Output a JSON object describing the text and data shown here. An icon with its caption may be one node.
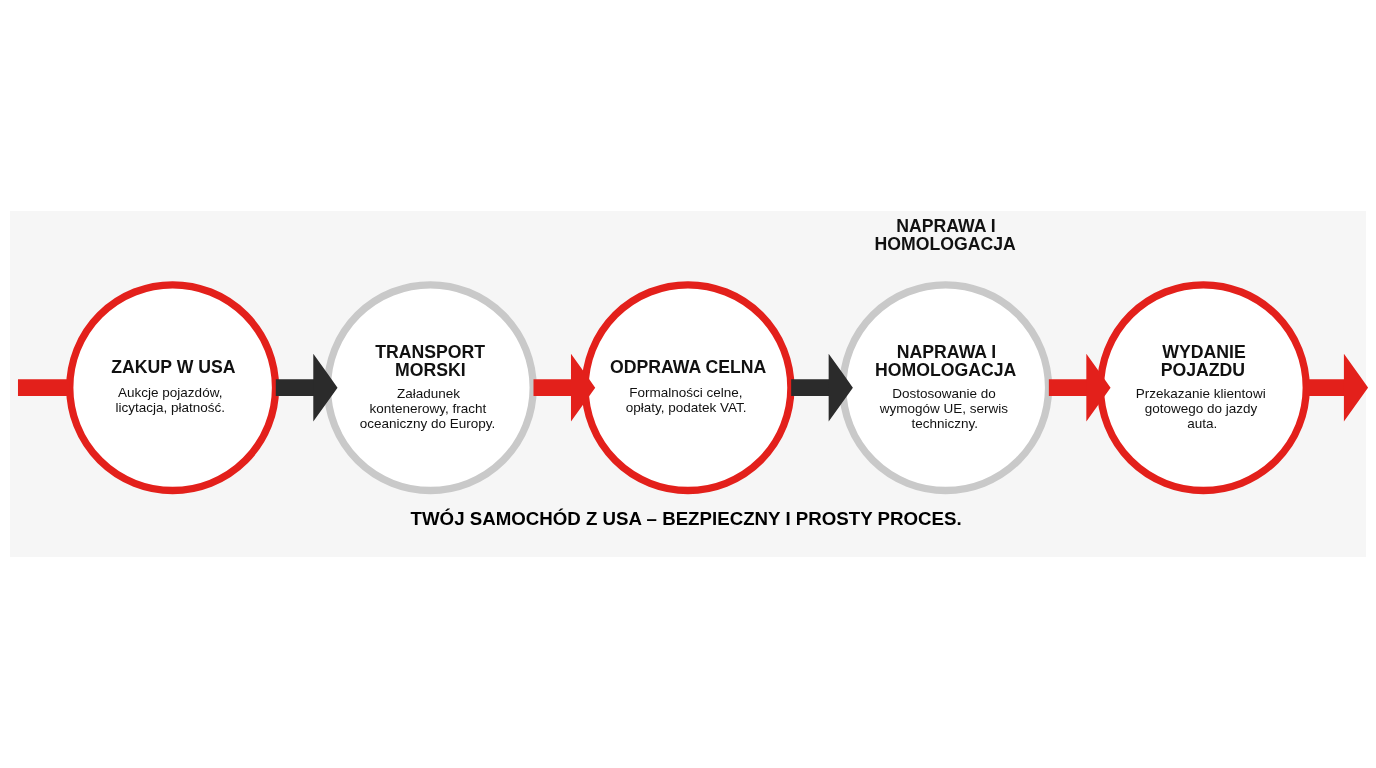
{
  "diagram": {
    "caption": "TWÓJ SAMOCHÓD Z USA – BEZPIECZNY I PROSTY PROCES.",
    "nodes": [
      {
        "text": [
          "ZAKUP W USA",
          "Aukcje pojazdów, licytacja, płatność."
        ]
      },
      {
        "text": [
          "TRANSPORT MORSKI",
          "Załadunek kontenerowy, fracht oceaniczny do Europy."
        ]
      },
      {
        "text": [
          "ODPRAWA CELNA",
          "Formalności celne, opłaty, podatek VAT."
        ]
      },
      {
        "text": [
          "NAPRAWA I HOMOLOGACJA",
          "Dostosowanie do wymogów UE, serwis techniczny."
        ],
        "beside": [
          "NAPRAWA I HOMOLOGACJA"
        ]
      },
      {
        "text": [
          "WYDANIE POJAZDU",
          "Przekazanie klientowi gotowego do jazdy auta."
        ]
      }
    ],
    "edges": [
      {
        "from": null,
        "to": 0,
        "arrow": "none"
      },
      {
        "from": 0,
        "to": 1,
        "arrow": "to",
        "color": "#2b2b2b"
      },
      {
        "from": 1,
        "to": 2,
        "arrow": "to"
      },
      {
        "from": 2,
        "to": 3,
        "arrow": "to",
        "color": "#2b2b2b"
      },
      {
        "from": 3,
        "to": 4,
        "arrow": "to"
      },
      {
        "from": 4,
        "to": null,
        "arrow": "to"
      }
    ]
  }
}
